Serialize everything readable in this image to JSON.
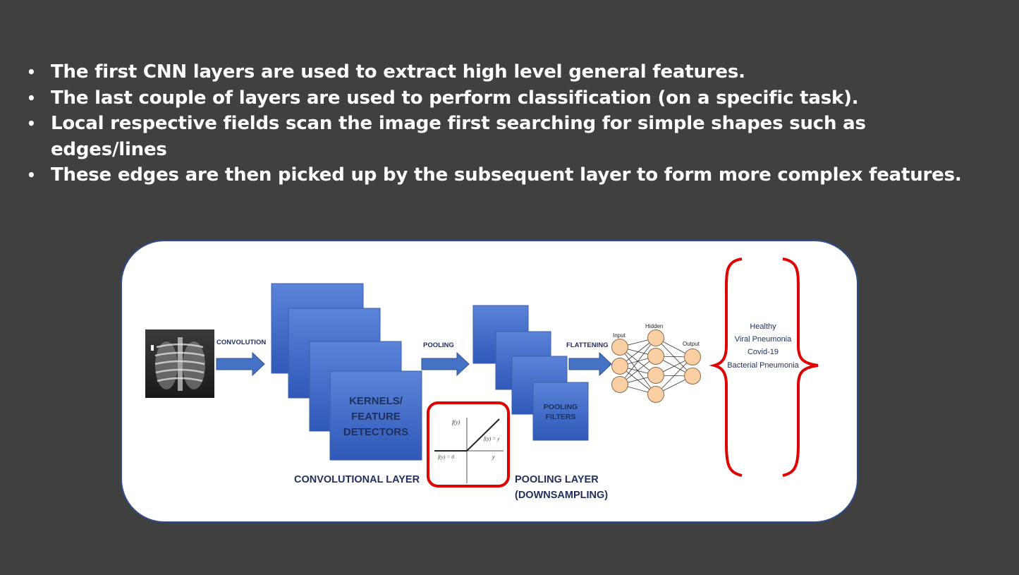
{
  "bullets": [
    "The first CNN layers are used to extract high level general features.",
    "The last couple of layers are used to perform classification (on a specific task).",
    "Local respective fields scan the image first searching for simple shapes such as",
    "These edges are then picked up by the subsequent layer to form more complex features."
  ],
  "bullet_continuation": "edges/lines",
  "bullet_marker": "•",
  "diagram": {
    "arrow_convolution": "CONVOLUTION",
    "arrow_pooling": "POOLING",
    "arrow_flattening": "FLATTENING",
    "kernels_line1": "KERNELS/",
    "kernels_line2": "FEATURE",
    "kernels_line3": "DETECTORS",
    "pooling_filters_line1": "POOLING",
    "pooling_filters_line2": "FILTERS",
    "convolutional_layer": "CONVOLUTIONAL LAYER",
    "pooling_layer_line1": "POOLING LAYER",
    "pooling_layer_line2": "(DOWNSAMPLING)",
    "nn_input": "Input",
    "nn_hidden": "Hidden",
    "nn_output": "Output",
    "relu_fy": "f(y)",
    "relu_fy_eq_y": "f(y) = y",
    "relu_fy_eq_0": "f(y) = 0",
    "relu_y": "y",
    "classes": [
      "Healthy",
      "Viral Pneumonia",
      "Covid-19",
      "Bacterial Pneumonia"
    ]
  },
  "colors": {
    "background": "#404040",
    "block_blue": "#3f66c4",
    "arrow_blue": "#4472c4",
    "label_navy": "#1f2f5a",
    "highlight_red": "#e00000",
    "neuron_fill": "#f9cfa3"
  }
}
